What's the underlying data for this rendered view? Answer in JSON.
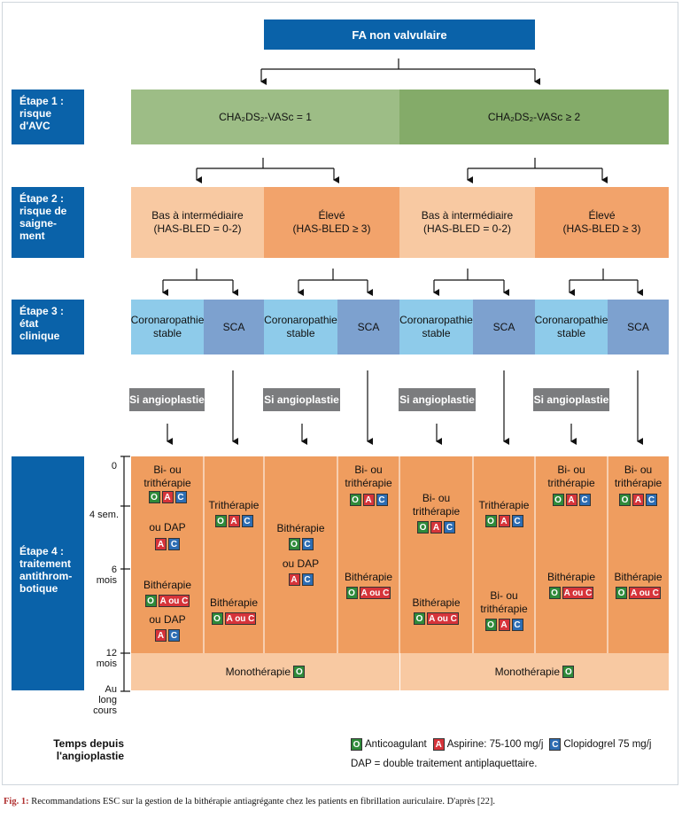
{
  "title": "FA non valvulaire",
  "steps": {
    "s1": [
      "Étape 1 :",
      "risque",
      "d'AVC"
    ],
    "s2": [
      "Étape 2 :",
      "risque de",
      "saigne-",
      "ment"
    ],
    "s3": [
      "Étape 3 :",
      "état",
      "clinique"
    ],
    "s4": [
      "Étape 4 :",
      "traitement",
      "antithrom-",
      "botique"
    ]
  },
  "cha": {
    "left": "CHA₂DS₂-VASc = 1",
    "right": "CHA₂DS₂-VASc ≥ 2"
  },
  "hasbled": {
    "low_title": "Bas à intermédiaire",
    "low_sub": "(HAS-BLED = 0-2)",
    "high_title": "Élevé",
    "high_sub": "(HAS-BLED ≥ 3)"
  },
  "clinical": {
    "cs_line1": "Coronaropathie",
    "cs_line2": "stable",
    "sca": "SCA"
  },
  "angioplasty": "Si angioplastie",
  "axis": {
    "t0": "0",
    "t4": "4 sem.",
    "t6a": "6",
    "t6b": "mois",
    "t12a": "12",
    "t12b": "mois",
    "long1": "Au",
    "long2": "long",
    "long3": "cours"
  },
  "therapy": {
    "bi_tri_1": "Bi- ou",
    "bi_tri_2": "trithérapie",
    "tri": "Trithérapie",
    "bi": "Bithérapie",
    "dap": "ou DAP",
    "bi_tri_b1": "Bi- ou",
    "bi_tri_b2": "trithérapie",
    "mono": "Monothérapie"
  },
  "badges": {
    "O": "O",
    "A": "A",
    "C": "C",
    "AouC": "A ou C"
  },
  "footer": {
    "time_1": "Temps depuis",
    "time_2": "l'angioplastie",
    "leg_O": "Anticoagulant",
    "leg_A": "Aspirine: 75-100 mg/j",
    "leg_C": "Clopidogrel 75 mg/j",
    "dap_def": "DAP = double traitement antiplaquettaire."
  },
  "caption": {
    "label": "Fig. 1:",
    "text": " Recommandations ESC sur la gestion de la bithérapie antiagrégante chez les patients en fibrillation auriculaire. D'après [22]."
  },
  "colors": {
    "step_blue": "#0a62a9",
    "green_low": "#9dbd86",
    "green_high": "#84ab69",
    "peach": "#f8c9a2",
    "orange": "#f2a36b",
    "light_blue": "#8ecbea",
    "mid_blue": "#7da1cf",
    "grey": "#7b7c7e",
    "anticoag": "#2f8a3a",
    "aspirin": "#d6343a",
    "clopidogrel": "#2d6db3"
  }
}
